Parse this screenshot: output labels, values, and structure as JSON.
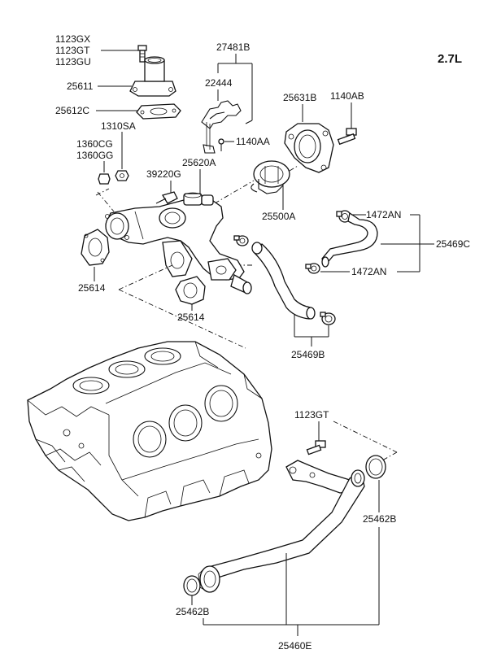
{
  "diagram": {
    "engine_label": "2.7L",
    "labels": {
      "p1123GX": "1123GX",
      "p1123GT_top": "1123GT",
      "p1123GU": "1123GU",
      "p25611": "25611",
      "p25612C": "25612C",
      "p1310SA": "1310SA",
      "p1360CG": "1360CG",
      "p1360GG": "1360GG",
      "p27481B": "27481B",
      "p22444": "22444",
      "p1140AA": "1140AA",
      "p25620A": "25620A",
      "p39220G": "39220G",
      "p25631B": "25631B",
      "p1140AB": "1140AB",
      "p25500A": "25500A",
      "p1472AN_top": "1472AN",
      "p1472AN_bottom": "1472AN",
      "p25469C": "25469C",
      "p25614_left": "25614",
      "p25614_center": "25614",
      "p25469B": "25469B",
      "p1123GT_lower": "1123GT",
      "p25462B_right": "25462B",
      "p25462B_left": "25462B",
      "p25460E": "25460E"
    }
  }
}
